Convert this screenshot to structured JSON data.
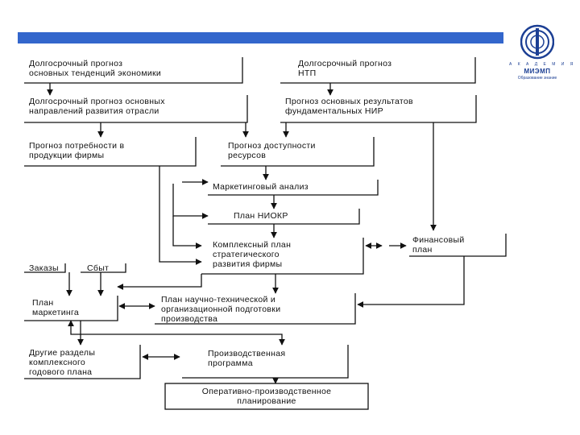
{
  "logo": {
    "academy": "А К А Д Е М И Я",
    "name": "МИЭМП",
    "motto": "Образование знание"
  },
  "blocks": {
    "longterm_economy": "Долгосрочный прогноз\nосновных тенденций экономики",
    "longterm_ntp": "Долгосрочный прогноз\nНТП",
    "longterm_industry": "Долгосрочный прогноз основных\nнаправлений развития отрасли",
    "research_results": "Прогноз основных результатов\nфундаментальных НИР",
    "product_demand": "Прогноз потребности в\nпродукции фирмы",
    "resource_availability": "Прогноз доступности\nресурсов",
    "marketing_analysis": "Маркетинговый анализ",
    "rnd_plan": "План НИОКР",
    "strategic_plan": "Комплексный план\nстратегического\nразвития фирмы",
    "finance_plan": "Финансовый\nплан",
    "orders": "Заказы",
    "sales": "Сбыт",
    "marketing_plan": "План\nмаркетинга",
    "tech_prep_plan": "План научно-технической и\nорганизационной подготовки\nпроизводства",
    "other_sections": "Другие разделы\nкомплексного\nгодового плана",
    "production_program": "Производственная\nпрограмма",
    "operational_planning": "Оперативно-производственное\nпланирование"
  }
}
